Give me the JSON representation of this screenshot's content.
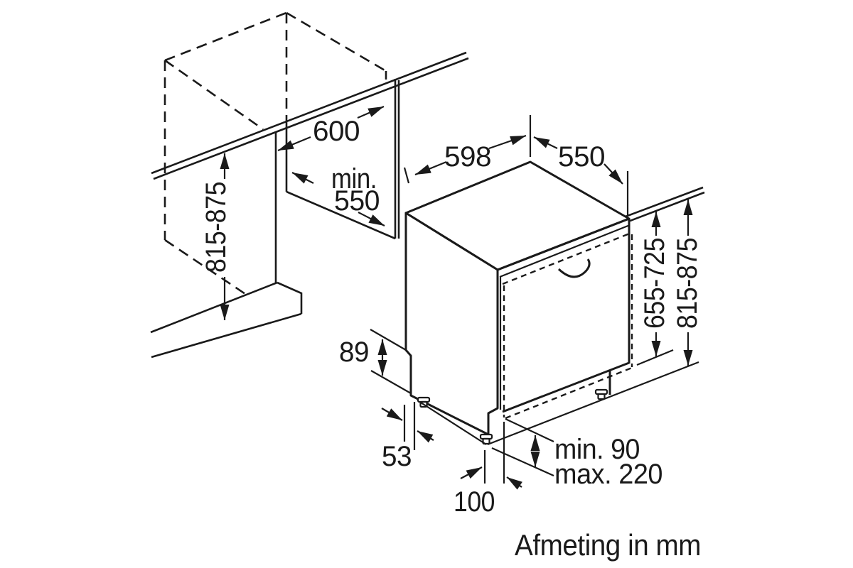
{
  "caption": "Afmeting in mm",
  "colors": {
    "line": "#1a1a1a",
    "background": "#ffffff"
  },
  "niche": {
    "width": "600",
    "depth_prefix": "min.",
    "depth_value": "550",
    "height": "815-875"
  },
  "appliance": {
    "width": "598",
    "depth": "550",
    "door_height": "655-725",
    "height": "815-875",
    "plinth_step_height": "89",
    "plinth_step_depth": "53",
    "panel_offset": "100",
    "door_panel_gap_min": "min. 90",
    "door_panel_gap_max": "max. 220"
  }
}
